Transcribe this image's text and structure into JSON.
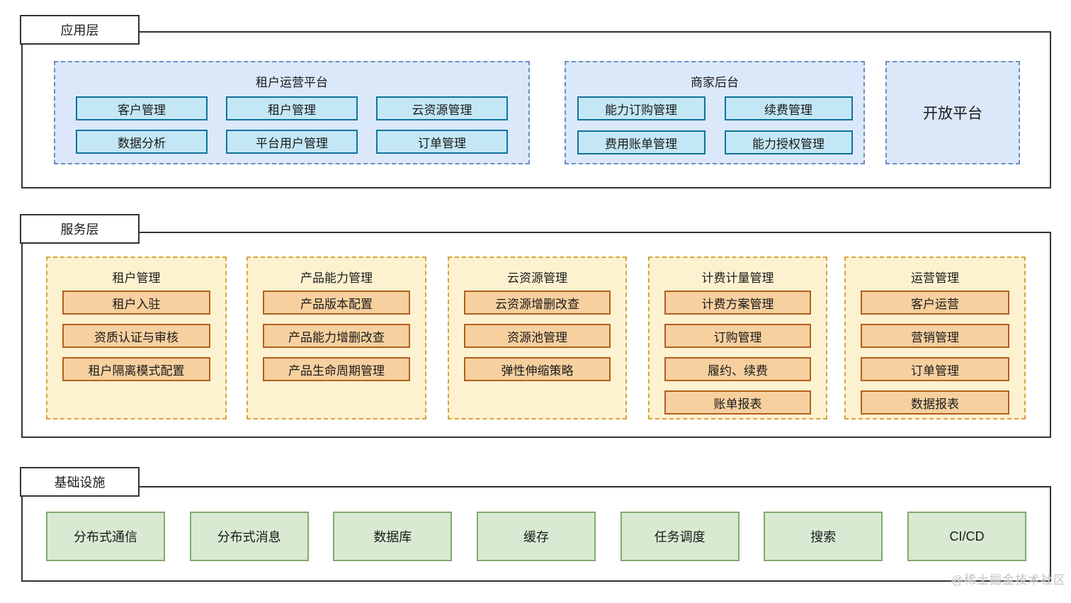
{
  "watermark": "@稀土掘金技术社区",
  "colors": {
    "outline": "#333333",
    "blue_group_fill": "#dbe8fa",
    "blue_group_border": "#6c8ebf",
    "blue_item_fill": "#c3e7f5",
    "blue_item_border": "#10739e",
    "yellow_group_fill": "#fdf2d0",
    "yellow_group_border": "#d6a43f",
    "orange_item_fill": "#f7d09f",
    "orange_item_border": "#b45f1d",
    "green_item_fill": "#d9ead3",
    "green_item_border": "#84a96e"
  },
  "layers": {
    "application": {
      "label": "应用层",
      "groups": {
        "tenant_platform": {
          "title": "租户运营平台",
          "items": [
            "客户管理",
            "租户管理",
            "云资源管理",
            "数据分析",
            "平台用户管理",
            "订单管理"
          ]
        },
        "merchant_backend": {
          "title": "商家后台",
          "items": [
            "能力订购管理",
            "续费管理",
            "费用账单管理",
            "能力授权管理"
          ]
        },
        "open_platform": {
          "title": "开放平台"
        }
      }
    },
    "service": {
      "label": "服务层",
      "columns": [
        {
          "title": "租户管理",
          "items": [
            "租户入驻",
            "资质认证与审核",
            "租户隔离模式配置"
          ]
        },
        {
          "title": "产品能力管理",
          "items": [
            "产品版本配置",
            "产品能力增删改查",
            "产品生命周期管理"
          ]
        },
        {
          "title": "云资源管理",
          "items": [
            "云资源增删改查",
            "资源池管理",
            "弹性伸缩策略"
          ]
        },
        {
          "title": "计费计量管理",
          "items": [
            "计费方案管理",
            "订购管理",
            "履约、续费",
            "账单报表"
          ]
        },
        {
          "title": "运营管理",
          "items": [
            "客户运营",
            "营销管理",
            "订单管理",
            "数据报表"
          ]
        }
      ]
    },
    "infrastructure": {
      "label": "基础设施",
      "items": [
        "分布式通信",
        "分布式消息",
        "数据库",
        "缓存",
        "任务调度",
        "搜索",
        "CI/CD"
      ]
    }
  }
}
